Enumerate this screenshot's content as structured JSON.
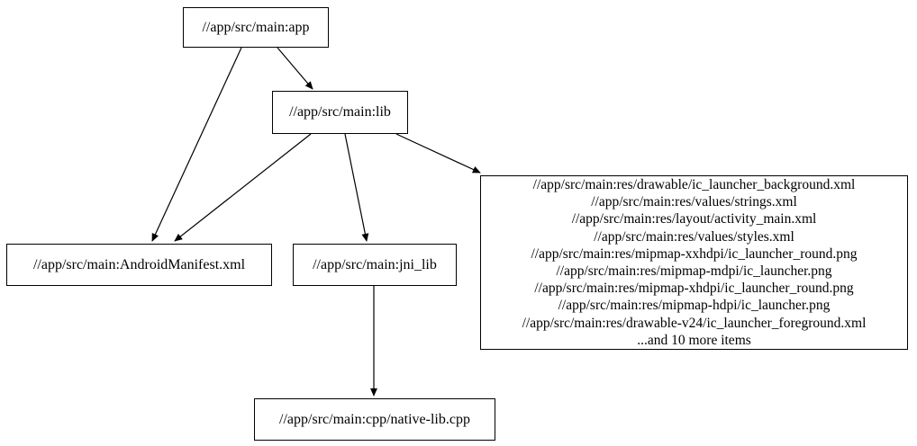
{
  "diagram": {
    "type": "dependency-graph",
    "colors": {
      "background": "#ffffff",
      "node_border": "#000000",
      "edge": "#000000",
      "text": "#000000"
    },
    "nodes": {
      "app": {
        "label": "//app/src/main:app"
      },
      "lib": {
        "label": "//app/src/main:lib"
      },
      "android_manifest": {
        "label": "//app/src/main:AndroidManifest.xml"
      },
      "jni_lib": {
        "label": "//app/src/main:jni_lib"
      },
      "native_lib": {
        "label": "//app/src/main:cpp/native-lib.cpp"
      },
      "res_files": {
        "lines": [
          "//app/src/main:res/drawable/ic_launcher_background.xml",
          "//app/src/main:res/values/strings.xml",
          "//app/src/main:res/layout/activity_main.xml",
          "//app/src/main:res/values/styles.xml",
          "//app/src/main:res/mipmap-xxhdpi/ic_launcher_round.png",
          "//app/src/main:res/mipmap-mdpi/ic_launcher.png",
          "//app/src/main:res/mipmap-xhdpi/ic_launcher_round.png",
          "//app/src/main:res/mipmap-hdpi/ic_launcher.png",
          "//app/src/main:res/drawable-v24/ic_launcher_foreground.xml",
          "...and 10 more items"
        ]
      }
    },
    "edges": [
      {
        "from": "app",
        "to": "android_manifest"
      },
      {
        "from": "app",
        "to": "lib"
      },
      {
        "from": "lib",
        "to": "android_manifest"
      },
      {
        "from": "lib",
        "to": "jni_lib"
      },
      {
        "from": "lib",
        "to": "res_files"
      },
      {
        "from": "jni_lib",
        "to": "native_lib"
      }
    ]
  }
}
